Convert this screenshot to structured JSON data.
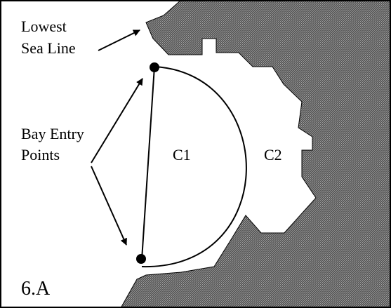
{
  "labels": {
    "lowest_sea_line": [
      "Lowest",
      "Sea Line"
    ],
    "bay_entry_points": [
      "Bay Entry",
      "Points"
    ],
    "c1": "C1",
    "c2": "C2",
    "figure_label": "6.A"
  },
  "colors": {
    "land_fill": "#5a5a5a",
    "land_hatch": "#9a9a9a",
    "ink": "#000000",
    "background": "#ffffff"
  }
}
